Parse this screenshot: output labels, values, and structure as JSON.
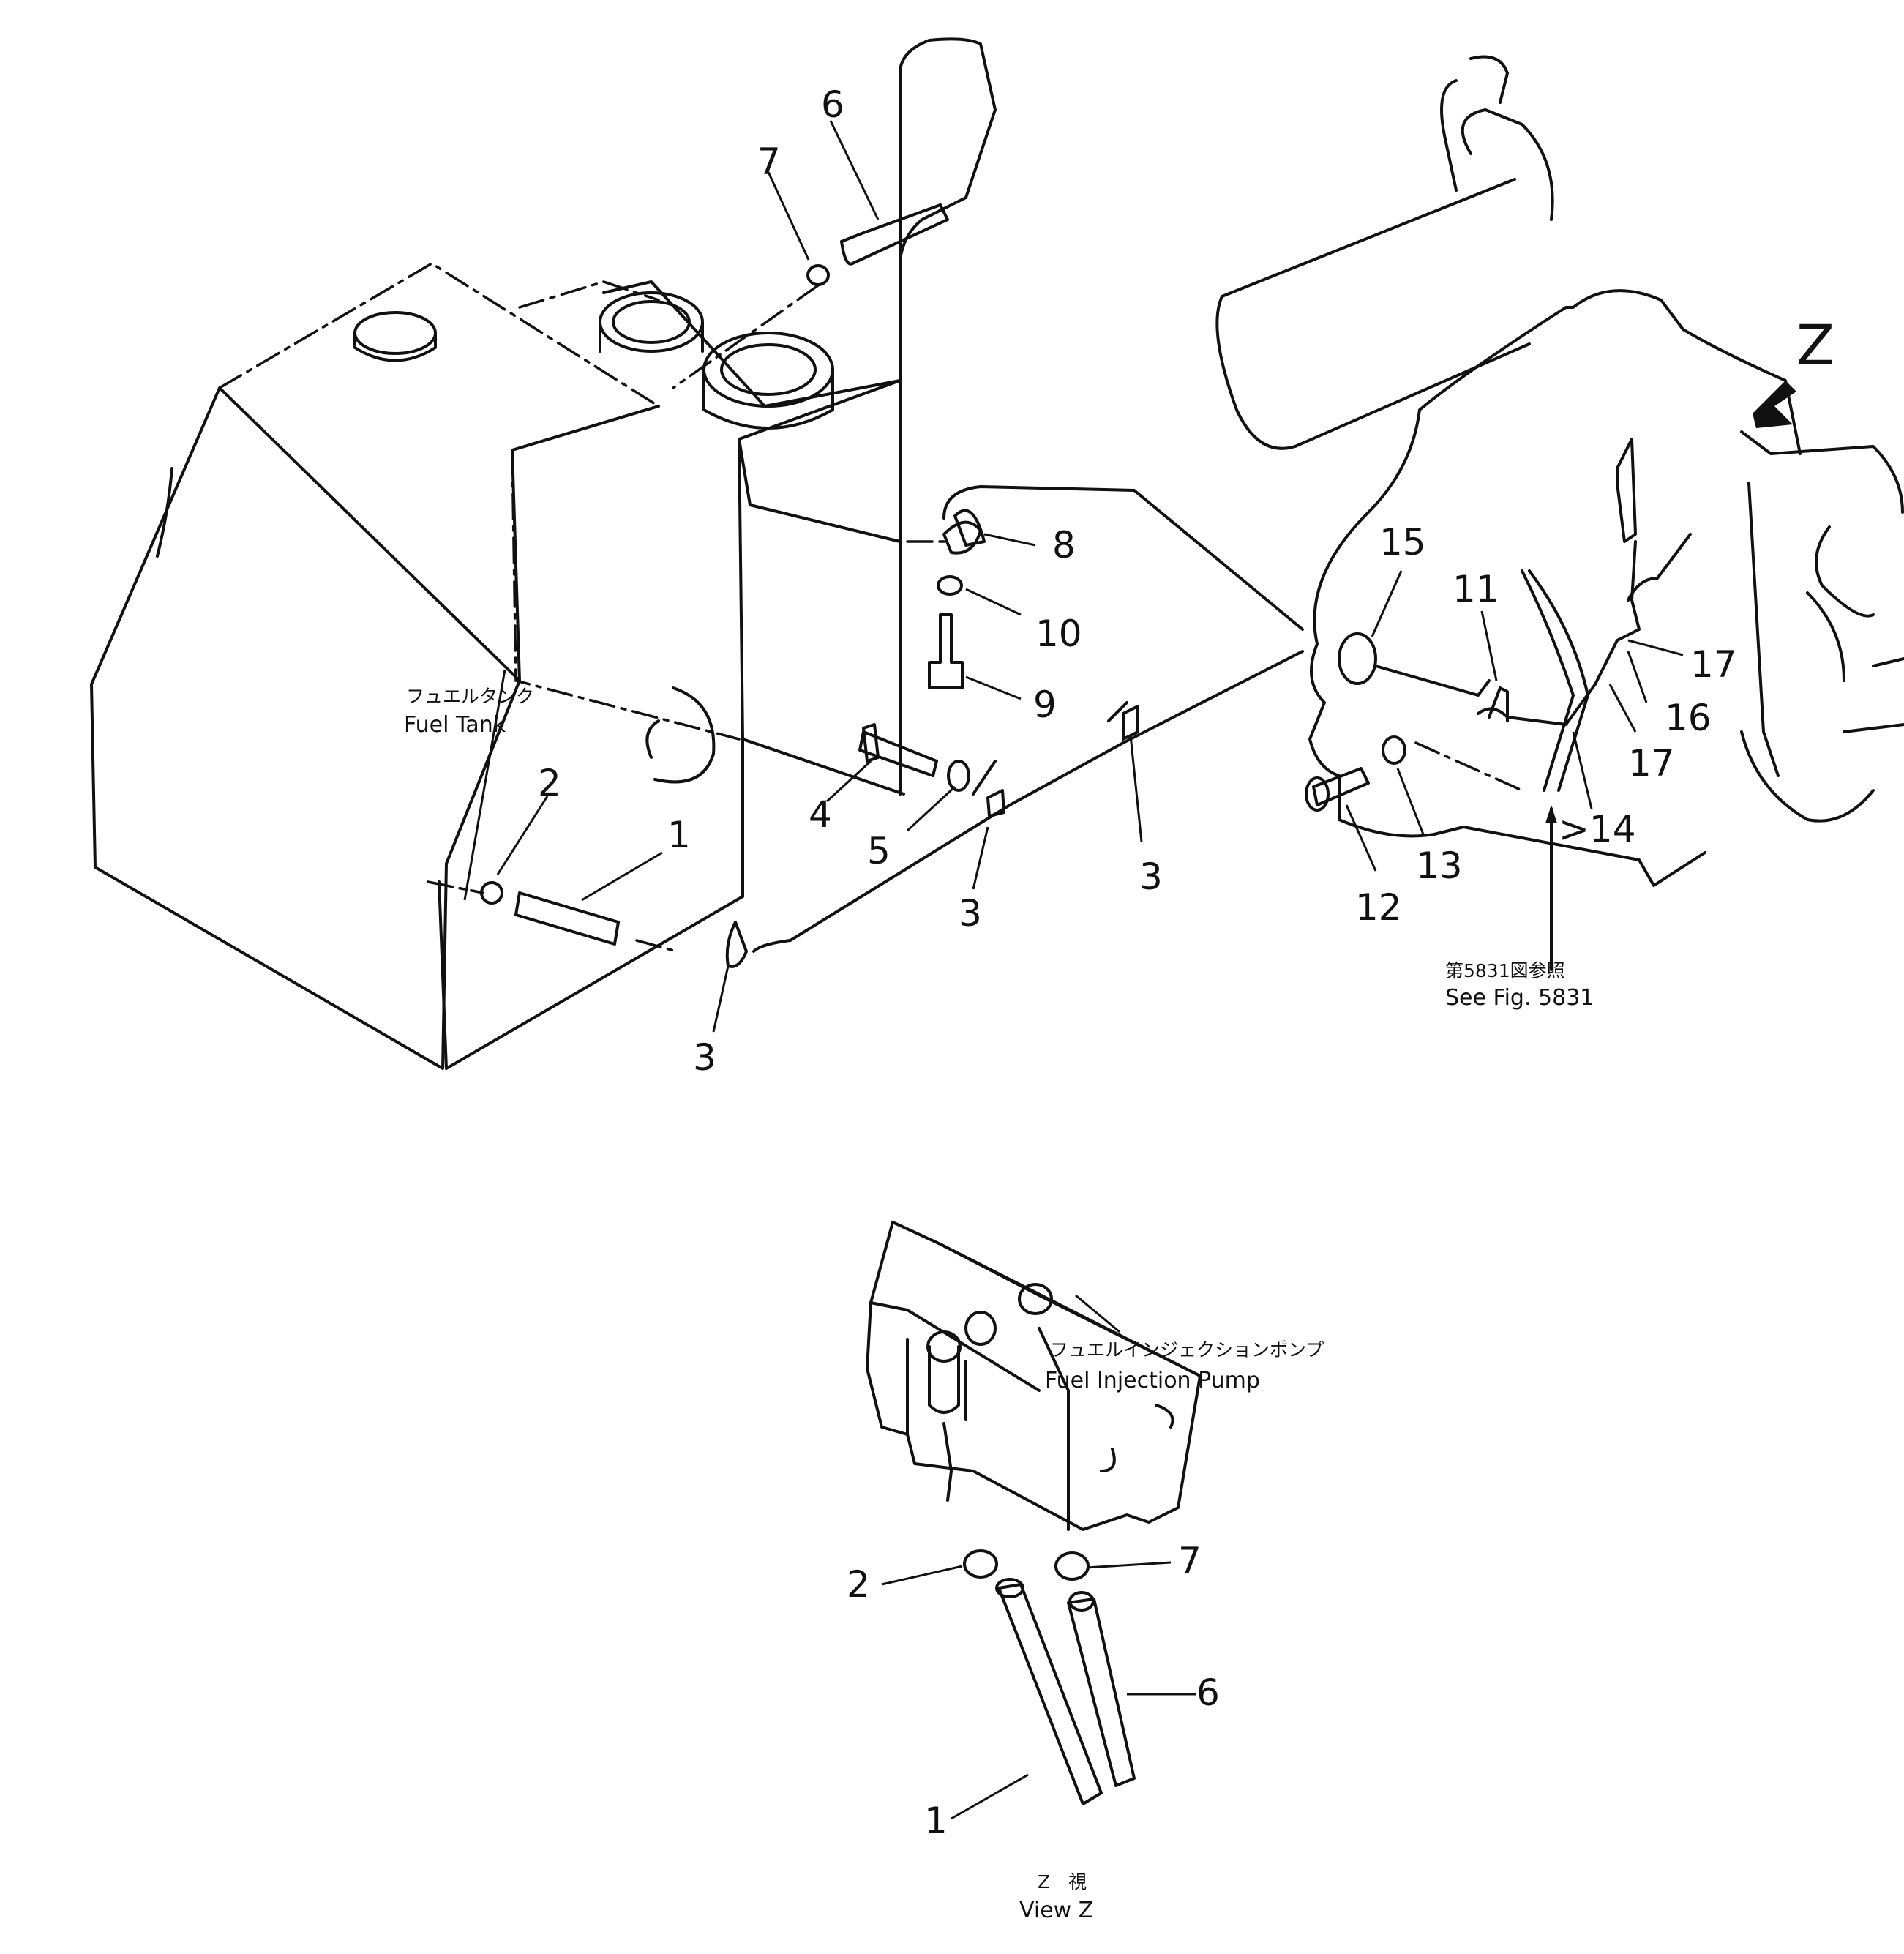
{
  "labels": {
    "fuel_tank_jp": "フュエルタンク",
    "fuel_tank_en": "Fuel  Tank",
    "injection_pump_jp": "フュエルインジェクションポンプ",
    "injection_pump_en": "Fuel  Injection  Pump",
    "see_fig_jp": "第5831図参照",
    "see_fig_en": "See  Fig.  5831",
    "view_z_jp": "Z　視",
    "view_z_en": "View Z",
    "view_marker": "Z"
  },
  "callouts": {
    "c1": "1",
    "c2": "2",
    "c3a": "3",
    "c3b": "3",
    "c3c": "3",
    "c4": "4",
    "c5": "5",
    "c6": "6",
    "c7": "7",
    "c8": "8",
    "c9": "9",
    "c10": "10",
    "c11": "11",
    "c12": "12",
    "c13": "13",
    "c14": ">14",
    "c15": "15",
    "c16": "16",
    "c17a": "17",
    "c17b": "17",
    "z1": "1",
    "z2": "2",
    "z6": "6",
    "z7": "7"
  }
}
